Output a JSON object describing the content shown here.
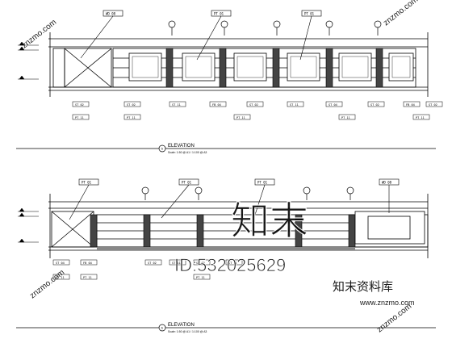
{
  "drawing": {
    "top": {
      "title": "ELEVATION",
      "number": "5",
      "scale": "Scale: 1:50 @ A1 / 1:100 @ A3",
      "tags_above": [
        "WD 08",
        "PT 01",
        "PT 01"
      ],
      "tags_below": [
        "ST 02",
        "ST 02",
        "ST 11",
        "FB 04",
        "ST 02",
        "ST 11",
        "ST 04",
        "ST 02",
        "FB 04",
        "ST 02"
      ],
      "tags_below2": [
        "PT 11",
        "PT 11",
        "PT 11",
        "PT 11",
        "PT 11"
      ]
    },
    "bottom": {
      "title": "ELEVATION",
      "number": "6",
      "scale": "Scale: 1:50 @ A1 / 1:100 @ A3",
      "tags_above": [
        "PT 01",
        "PT 01",
        "PT 01",
        "WD 08"
      ],
      "tags_below": [
        "ST 04",
        "FB 04",
        "ST 02",
        "ST 11",
        "ST 02",
        "ST 11"
      ],
      "tags_below2": [
        "PT 11",
        "PT 11",
        "PT 11"
      ]
    }
  },
  "watermarks": {
    "big": "知末",
    "id": "ID:532025629",
    "brand": "知末资料库",
    "url": "www.znzmo.com",
    "diag": "znzmo.com"
  },
  "colors": {
    "ink": "#000000",
    "watermark": "#b8b8b8"
  }
}
